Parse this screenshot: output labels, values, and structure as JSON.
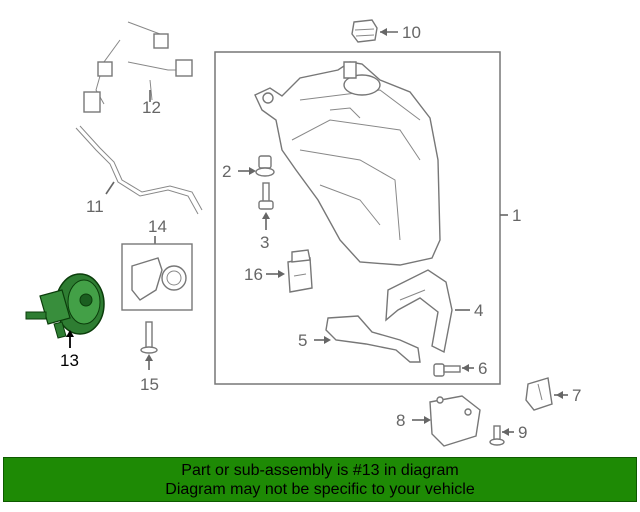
{
  "callouts": {
    "c1": "1",
    "c2": "2",
    "c3": "3",
    "c4": "4",
    "c5": "5",
    "c6": "6",
    "c7": "7",
    "c8": "8",
    "c9": "9",
    "c10": "10",
    "c11": "11",
    "c12": "12",
    "c13": "13",
    "c14": "14",
    "c15": "15",
    "c16": "16"
  },
  "highlighted_part": "13",
  "colors": {
    "banner": "#1e8a05",
    "highlight_part": "#2e7d32",
    "line": "#666666"
  },
  "banner": {
    "line1": "Part or sub-assembly is #13 in diagram",
    "line2": "Diagram may not be specific to your vehicle"
  }
}
